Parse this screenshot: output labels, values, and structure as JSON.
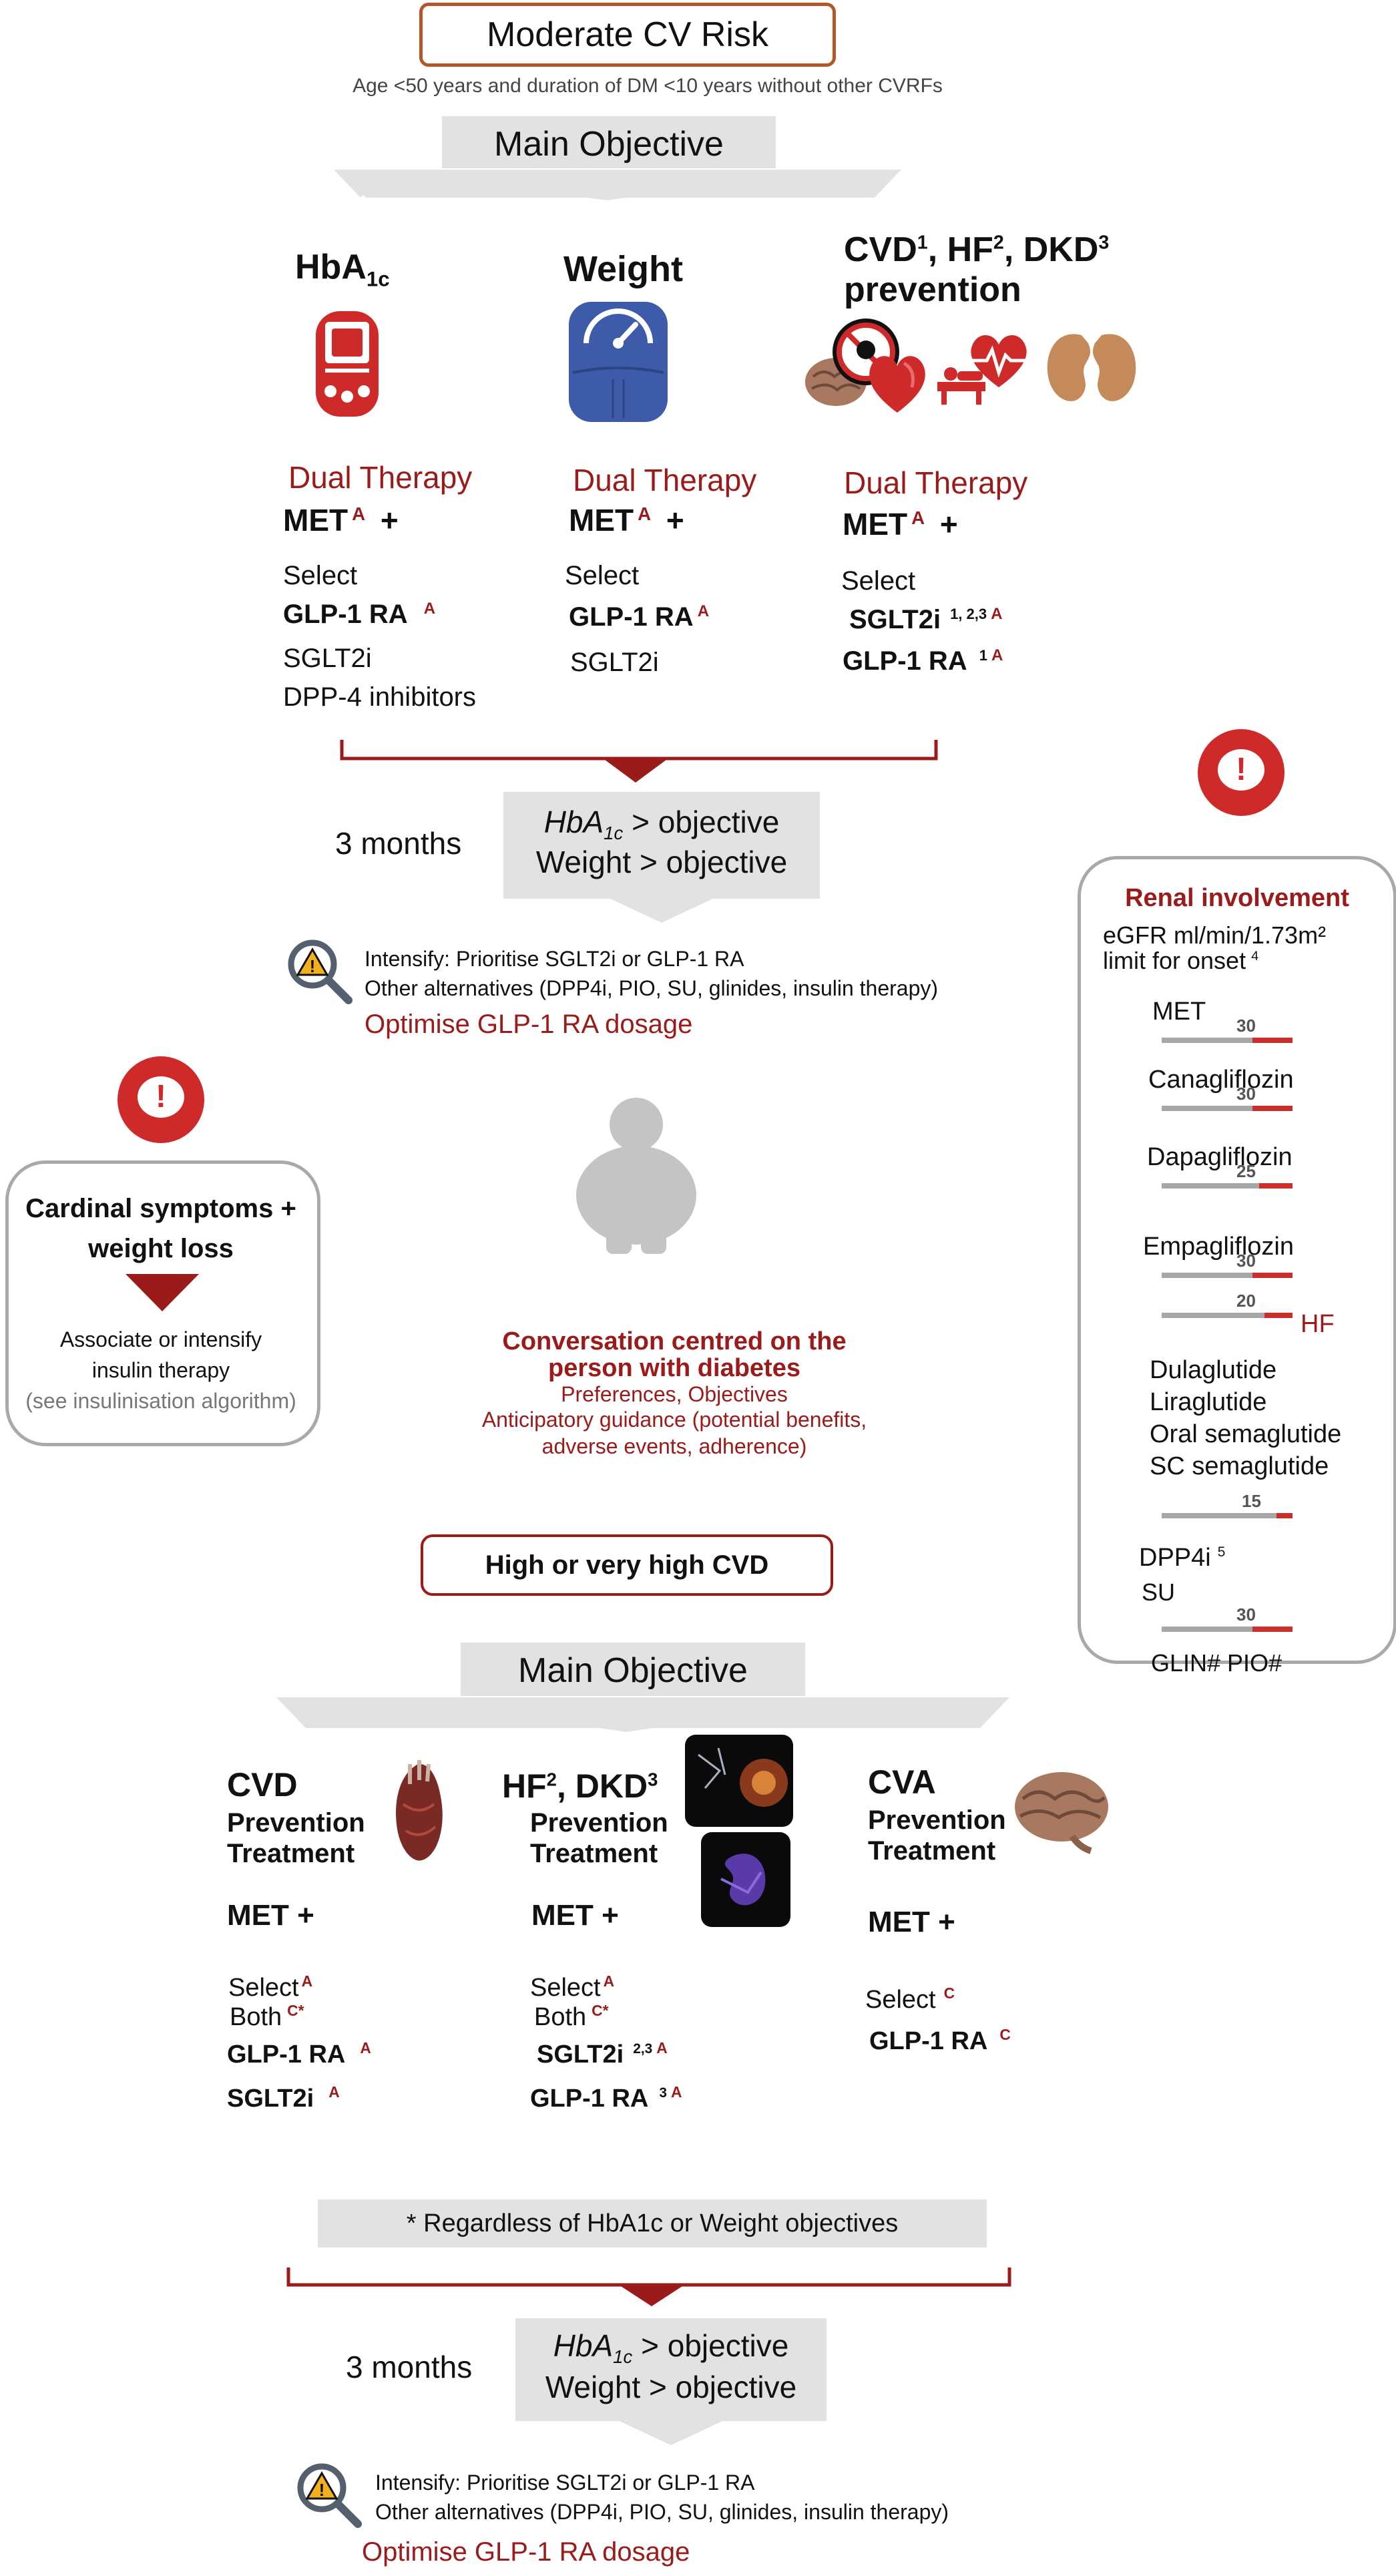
{
  "top_title": "Moderate CV Risk",
  "top_subtitle": "Age <50 years and duration of DM <10 years without other CVRFs",
  "main_objective_1": "Main Objective",
  "columns_top": [
    {
      "heading": "HbA",
      "heading_sub": "1c",
      "therapy": "Dual Therapy",
      "met": "MET",
      "met_grade": "A",
      "plus": "+",
      "select": "Select",
      "items": [
        {
          "text": "GLP-1 RA",
          "grade": "A",
          "bold": true
        },
        {
          "text": "SGLT2i",
          "grade": "",
          "bold": false
        },
        {
          "text": "DPP-4 inhibitors",
          "grade": "",
          "bold": false
        }
      ]
    },
    {
      "heading": "Weight",
      "therapy": "Dual Therapy",
      "met": "MET",
      "met_grade": "A",
      "plus": "+",
      "select": "Select",
      "items": [
        {
          "text": "GLP-1 RA",
          "grade": "A",
          "bold": true
        },
        {
          "text": "SGLT2i",
          "grade": "",
          "bold": false
        }
      ]
    },
    {
      "heading_parts": [
        "CVD",
        "1",
        ", HF",
        "2",
        ", DKD",
        "3"
      ],
      "heading_line2": "prevention",
      "therapy": "Dual Therapy",
      "met": "MET",
      "met_grade": "A",
      "plus": "+",
      "select": "Select",
      "items": [
        {
          "text": "SGLT2i",
          "sup": "1, 2,3",
          "grade": "A",
          "bold": true
        },
        {
          "text": "GLP-1 RA",
          "sup": "1",
          "grade": "A",
          "bold": true
        }
      ]
    }
  ],
  "months_1": "3 months",
  "hba1c_label": "HbA",
  "hba1c_sub": "1c",
  "objective_suffix": "> objective",
  "weight_objective": "Weight > objective",
  "intensify_1": "Intensify: Prioritise SGLT2i or GLP-1 RA",
  "alternatives_1": "Other alternatives (DPP4i, PIO, SU, glinides, insulin therapy)",
  "optimise_1": "Optimise GLP-1 RA dosage",
  "cardinal": {
    "title": "Cardinal symptoms + weight loss",
    "line1": "Associate or intensify",
    "line2": "insulin therapy",
    "line3": "(see insulinisation algorithm)"
  },
  "conversation": {
    "title_line1": "Conversation centred on the",
    "title_line2": "person with diabetes",
    "line1": "Preferences, Objectives",
    "line2": "Anticipatory guidance (potential benefits,",
    "line3": "adverse events, adherence)"
  },
  "renal": {
    "title": "Renal involvement",
    "line1": "eGFR ml/min/1.73m²",
    "line2": "limit for onset",
    "line2_sup": "4",
    "drugs": [
      {
        "label": "MET",
        "value": "30"
      },
      {
        "label": "Canagliflozin",
        "value": "30"
      },
      {
        "label": "Dapagliflozin",
        "value": "25"
      },
      {
        "label": "Empagliflozin",
        "value": "30"
      },
      {
        "label": "",
        "value": "20",
        "tag": "HF"
      },
      {
        "label": "Dulaglutide\nLiraglutide\nOral semaglutide\nSC semaglutide",
        "value": "15"
      },
      {
        "label": "DPP4i",
        "label_sup": "5",
        "label2": "SU",
        "value": "30"
      }
    ],
    "footer": "GLIN# PIO#"
  },
  "high_risk_title": "High or very high CVD",
  "main_objective_2": "Main Objective",
  "columns_bottom": [
    {
      "h1": "CVD",
      "h2": "Prevention",
      "h3": "Treatment",
      "met": "MET +",
      "select": "Select",
      "select_grade": "A",
      "both": "Both",
      "both_grade": "C*",
      "items": [
        {
          "text": "GLP-1 RA",
          "sup": "",
          "grade": "A"
        },
        {
          "text": "SGLT2i",
          "sup": "",
          "grade": "A"
        }
      ]
    },
    {
      "h1_parts": [
        "HF",
        "2",
        ", DKD",
        "3"
      ],
      "h2": "Prevention",
      "h3": "Treatment",
      "met": "MET +",
      "select": "Select",
      "select_grade": "A",
      "both": "Both",
      "both_grade": "C*",
      "items": [
        {
          "text": "SGLT2i",
          "sup": "2,3",
          "grade": "A"
        },
        {
          "text": "GLP-1 RA",
          "sup": "3",
          "grade": "A"
        }
      ]
    },
    {
      "h1": "CVA",
      "h2": "Prevention",
      "h3": "Treatment",
      "met": "MET +",
      "select": "Select",
      "select_grade": "C",
      "items": [
        {
          "text": "GLP-1 RA",
          "sup": "",
          "grade": "C"
        }
      ]
    }
  ],
  "regardless_note": "* Regardless of HbA1c or Weight objectives",
  "months_2": "3 months",
  "intensify_2": "Intensify: Prioritise SGLT2i or GLP-1 RA",
  "alternatives_2": "Other alternatives (DPP4i, PIO, SU, glinides, insulin therapy)",
  "optimise_2": "Optimise GLP-1 RA dosage",
  "alert_mark": "!",
  "colors": {
    "accent": "#9b1b1b",
    "alert": "#cf2a2a",
    "gray": "#e2e2e2",
    "scale_blue": "#3d5ba9",
    "kidney": "#c48a5a"
  }
}
